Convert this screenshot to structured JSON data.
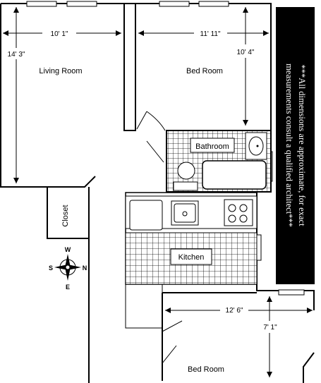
{
  "rooms": {
    "living_room": "Living Room",
    "bed_room_top": "Bed Room",
    "bathroom": "Bathroom",
    "closet": "Closet",
    "kitchen": "Kitchen",
    "bed_room_bottom": "Bed Room"
  },
  "dimensions": {
    "living_width": "10' 1\"",
    "living_length": "14' 3\"",
    "bed_top_width": "11' 11\"",
    "bed_top_length": "10' 4\"",
    "bed_bottom_width": "12' 6\"",
    "bed_bottom_length": "7' 1\""
  },
  "compass": {
    "n": "N",
    "s": "S",
    "e": "E",
    "w": "W"
  },
  "disclaimer": {
    "line1": "***All dimensions are approximate, for exact",
    "line2": "measurements consult a qualified architect***",
    "background": "#000000",
    "text_color": "#ffffff"
  }
}
